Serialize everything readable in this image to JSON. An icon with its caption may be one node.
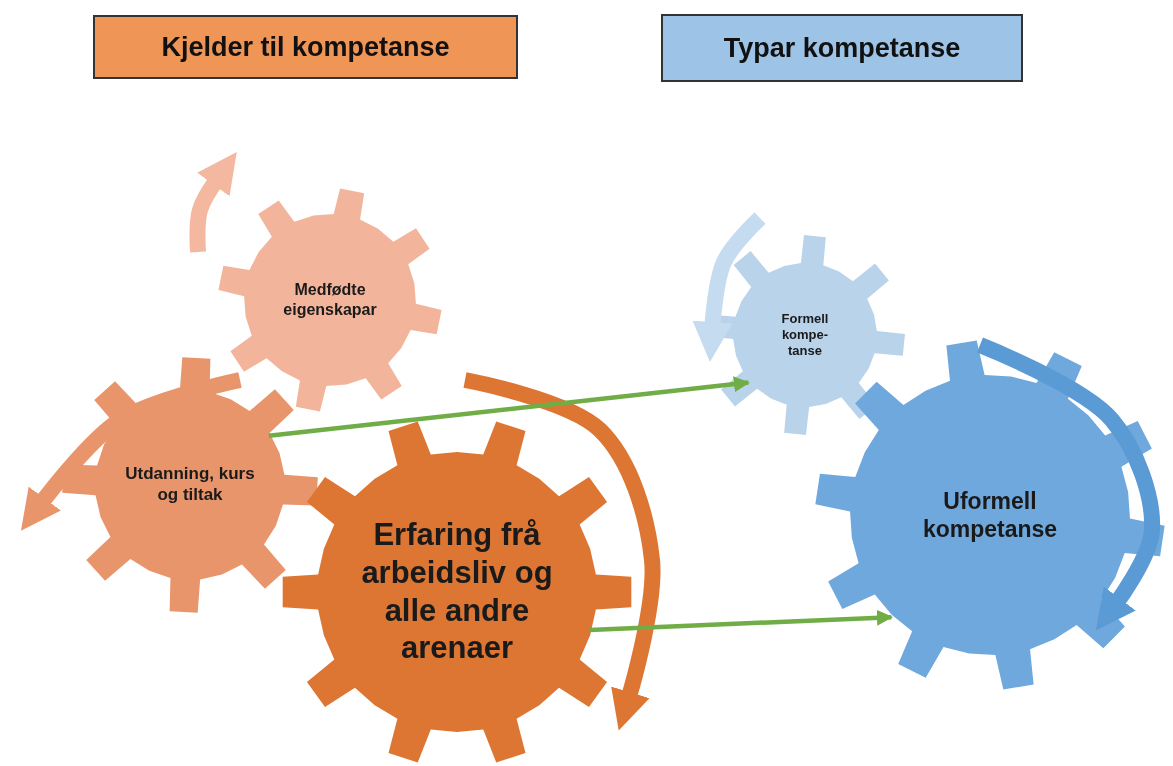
{
  "diagram": {
    "nodes": [
      {
        "text": [
          "Kjelder til kompetanse"
        ]
      },
      {
        "text": [
          "Typar kompetanse"
        ]
      },
      {
        "text": [
          "Medfødte eigenskapar"
        ]
      },
      {
        "text": [
          "Utdanning, kurs og tiltak"
        ]
      },
      {
        "text": [
          "Erfaring frå arbeidsliv og alle andre arenaer"
        ]
      },
      {
        "text": [
          "Formell kompe- tanse"
        ]
      },
      {
        "text": [
          "Uformell kompetanse"
        ]
      }
    ],
    "edges": [
      {
        "from": 3,
        "to": 5,
        "arrow": "to"
      },
      {
        "from": 4,
        "to": 6,
        "arrow": "to"
      }
    ]
  }
}
